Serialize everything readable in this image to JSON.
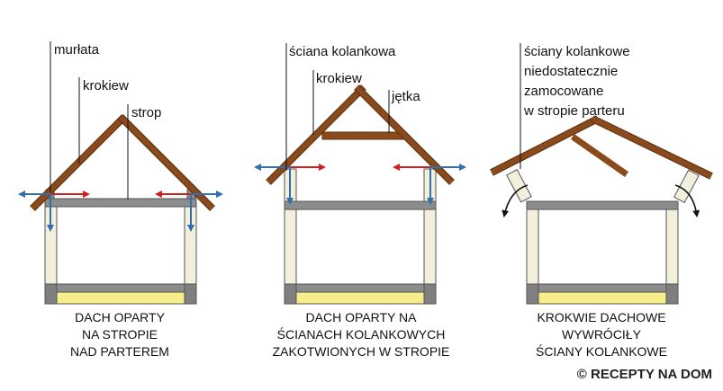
{
  "colors": {
    "rafter": "#8a4a1c",
    "rafter_light": "#b07a45",
    "slab": "#8c8c8c",
    "wall": "#f2f0dc",
    "foundation": "#7f7f7f",
    "floor": "#f7ee8a",
    "arrow_red": "#cc1f1f",
    "arrow_blue": "#2f6fae",
    "outline": "#555555"
  },
  "panels": [
    {
      "labels": [
        "murłata",
        "krokiew",
        "strop"
      ],
      "caption": [
        "DACH OPARTY",
        "NA STROPIE",
        "NAD PARTEREM"
      ]
    },
    {
      "labels": [
        "ściana kolankowa",
        "krokiew",
        "jętka"
      ],
      "caption": [
        "DACH OPARTY NA",
        "ŚCIANACH KOLANKOWYCH",
        "ZAKOTWIONYCH W STROPIE"
      ]
    },
    {
      "labels": [
        "ściany kolankowe",
        "niedostatecznie",
        "zamocowane",
        "w stropie parteru"
      ],
      "caption": [
        "KROKWIE DACHOWE",
        "WYWRÓCIŁY",
        "ŚCIANY KOLANKOWE"
      ]
    }
  ],
  "watermark": "© RECEPTY NA DOM"
}
